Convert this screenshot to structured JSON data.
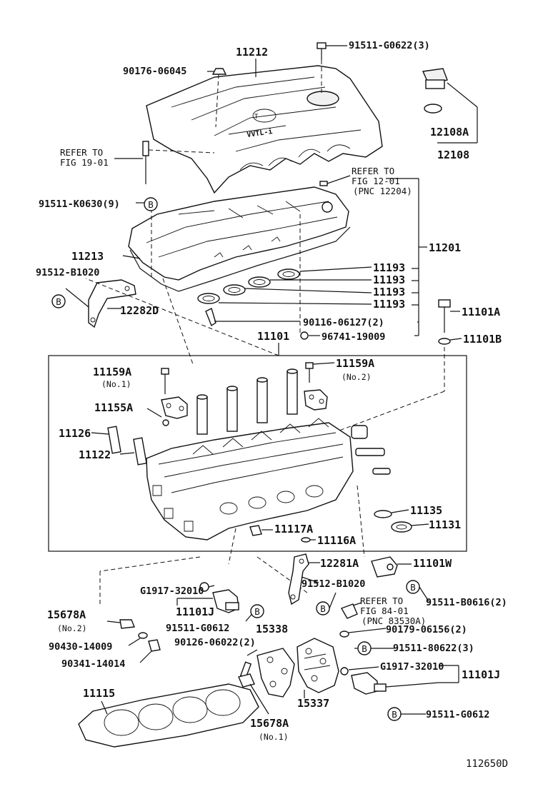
{
  "diagram_id": "112650D",
  "labels": {
    "l11212": "11212",
    "l91511_G0622_3": "91511-G0622(3)",
    "l90176": "90176-06045",
    "l12108A": "12108A",
    "l12108": "12108",
    "refer_19_a": "REFER TO",
    "refer_19_b": "FIG 19-01",
    "refer_12_a": "REFER TO",
    "refer_12_b": "FIG 12-01",
    "refer_12_c": "(PNC 12204)",
    "l91511_K0630": "91511-K0630(9)",
    "l11201": "11201",
    "l11213": "11213",
    "l91512_B1020_a": "91512-B1020",
    "l11193_1": "11193",
    "l11193_2": "11193",
    "l11193_3": "11193",
    "l11193_4": "11193",
    "l12282D": "12282D",
    "l11101A": "11101A",
    "l90116": "90116-06127(2)",
    "l11101": "11101",
    "l96741": "96741-19009",
    "l11101B": "11101B",
    "l11159A_1": "11159A",
    "l11159A_1n": "(No.1)",
    "l11159A_2": "11159A",
    "l11159A_2n": "(No.2)",
    "l11155A": "11155A",
    "l11126": "11126",
    "l11122": "11122",
    "l11135": "11135",
    "l11131": "11131",
    "l11117A": "11117A",
    "l11116A": "11116A",
    "l12281A": "12281A",
    "l11101W": "11101W",
    "l91512_B1020_b": "91512-B1020",
    "l91511_B0616": "91511-B0616(2)",
    "refer_84_a": "REFER TO",
    "refer_84_b": "FIG 84-01",
    "refer_84_c": "(PNC 83530A)",
    "l_G1917_a": "G1917-32010",
    "l11101J_a": "11101J",
    "l91511_G0612_a": "91511-G0612",
    "l15338": "15338",
    "l15678A_2": "15678A",
    "l15678A_2n": "(No.2)",
    "l90179": "90179-06156(2)",
    "l90126": "90126-06022(2)",
    "l90430": "90430-14009",
    "l91511_80622": "91511-80622(3)",
    "l90341": "90341-14014",
    "l_G1917_b": "G1917-32010",
    "l11101J_b": "11101J",
    "l11115": "11115",
    "l15337": "15337",
    "l91511_G0612_b": "91511-G0612",
    "l15678A_1": "15678A",
    "l15678A_1n": "(No.1)",
    "bolt_marker": "B"
  }
}
